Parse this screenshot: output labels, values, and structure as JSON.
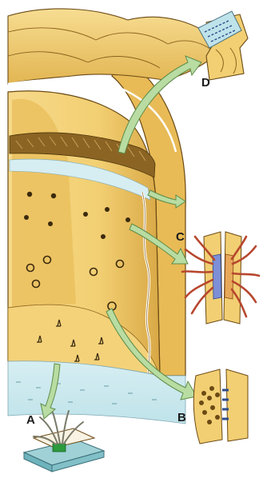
{
  "labels": {
    "a": "A",
    "b": "B",
    "c": "C",
    "d": "D"
  },
  "colors": {
    "cell_fill": "#f2cf72",
    "cell_fill_light": "#f9e4a3",
    "cell_shadow": "#d7a43f",
    "cell_outline": "#6b4a14",
    "membrane_blue": "#bfe3ea",
    "arrow_green": "#b8dca2",
    "arrow_outline": "#5e8c48",
    "filament_red": "#b7472e",
    "junction_blue": "#7d8fd6",
    "plate_teal": "#9fd1d6"
  }
}
